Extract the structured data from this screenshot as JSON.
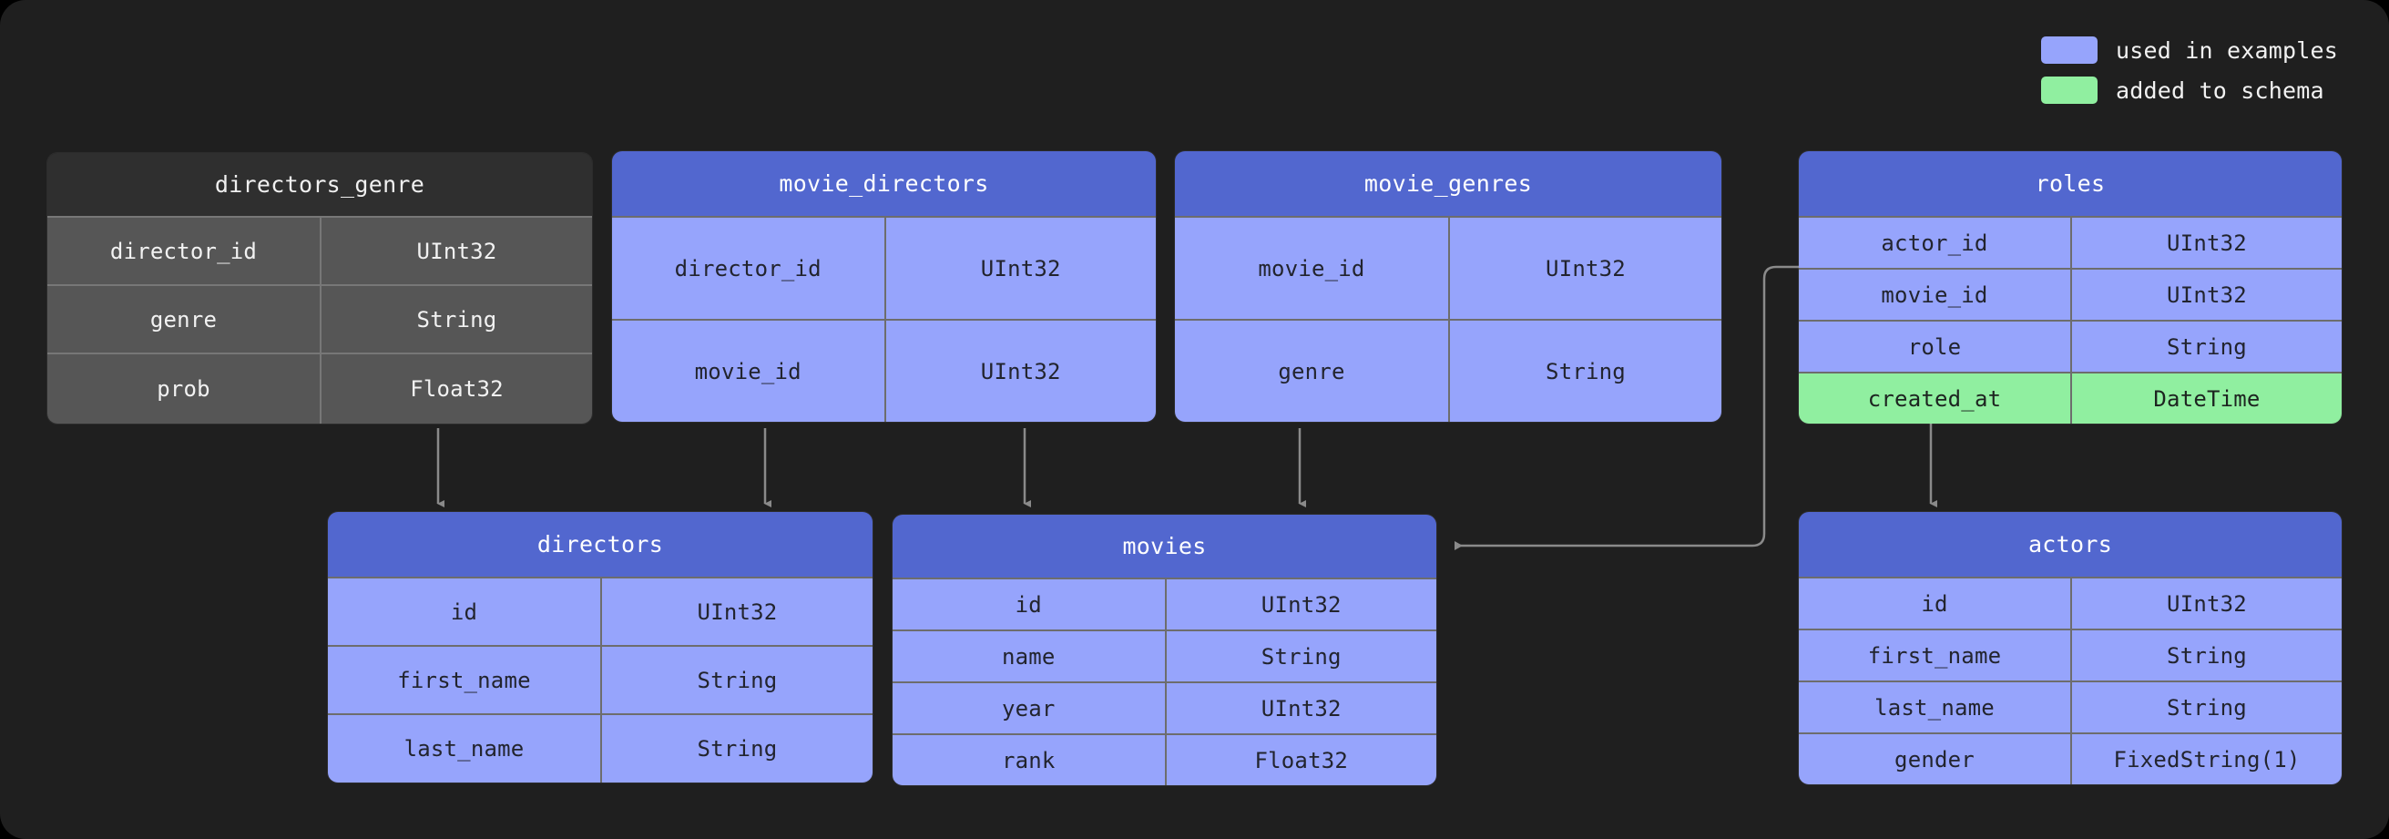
{
  "legend": {
    "items": [
      {
        "label": "used in examples",
        "color": "#96a4fc",
        "key": "used-in-examples"
      },
      {
        "label": "added to schema",
        "color": "#90efa0",
        "key": "added-to-schema"
      }
    ]
  },
  "colors": {
    "canvas_background": "#1f1f1f",
    "page_background": "#000000",
    "header_blue": "#5267cf",
    "cell_blue": "#96a4fc",
    "cell_green": "#90efa0",
    "header_grey": "#2f2f2f",
    "cell_grey": "#565656",
    "connector": "#8a8a8a"
  },
  "tables": {
    "directors_genre": {
      "title": "directors_genre",
      "theme": "grey",
      "columns": [
        {
          "name": "director_id",
          "type": "UInt32",
          "state": "normal"
        },
        {
          "name": "genre",
          "type": "String",
          "state": "normal"
        },
        {
          "name": "prob",
          "type": "Float32",
          "state": "normal"
        }
      ]
    },
    "movie_directors": {
      "title": "movie_directors",
      "theme": "blue",
      "columns": [
        {
          "name": "director_id",
          "type": "UInt32",
          "state": "normal"
        },
        {
          "name": "movie_id",
          "type": "UInt32",
          "state": "normal"
        }
      ]
    },
    "movie_genres": {
      "title": "movie_genres",
      "theme": "blue",
      "columns": [
        {
          "name": "movie_id",
          "type": "UInt32",
          "state": "normal"
        },
        {
          "name": "genre",
          "type": "String",
          "state": "normal"
        }
      ]
    },
    "roles": {
      "title": "roles",
      "theme": "blue",
      "columns": [
        {
          "name": "actor_id",
          "type": "UInt32",
          "state": "normal"
        },
        {
          "name": "movie_id",
          "type": "UInt32",
          "state": "normal"
        },
        {
          "name": "role",
          "type": "String",
          "state": "normal"
        },
        {
          "name": "created_at",
          "type": "DateTime",
          "state": "added"
        }
      ]
    },
    "directors": {
      "title": "directors",
      "theme": "blue",
      "columns": [
        {
          "name": "id",
          "type": "UInt32",
          "state": "normal"
        },
        {
          "name": "first_name",
          "type": "String",
          "state": "normal"
        },
        {
          "name": "last_name",
          "type": "String",
          "state": "normal"
        }
      ]
    },
    "movies": {
      "title": "movies",
      "theme": "blue",
      "columns": [
        {
          "name": "id",
          "type": "UInt32",
          "state": "normal"
        },
        {
          "name": "name",
          "type": "String",
          "state": "normal"
        },
        {
          "name": "year",
          "type": "UInt32",
          "state": "normal"
        },
        {
          "name": "rank",
          "type": "Float32",
          "state": "normal"
        }
      ]
    },
    "actors": {
      "title": "actors",
      "theme": "blue",
      "columns": [
        {
          "name": "id",
          "type": "UInt32",
          "state": "normal"
        },
        {
          "name": "first_name",
          "type": "String",
          "state": "normal"
        },
        {
          "name": "last_name",
          "type": "String",
          "state": "normal"
        },
        {
          "name": "gender",
          "type": "FixedString(1)",
          "state": "normal"
        }
      ]
    }
  },
  "relations": [
    {
      "from": "directors_genre",
      "to": "directors",
      "style": "straight-down"
    },
    {
      "from": "movie_directors",
      "to": "directors",
      "style": "straight-down"
    },
    {
      "from": "movie_directors",
      "to": "movies",
      "style": "straight-down"
    },
    {
      "from": "movie_genres",
      "to": "movies",
      "style": "straight-down"
    },
    {
      "from": "roles",
      "to": "movies",
      "style": "elbow-left"
    },
    {
      "from": "roles",
      "to": "actors",
      "style": "straight-down"
    }
  ],
  "bottom_strip": {
    "text": "·····························································································"
  }
}
